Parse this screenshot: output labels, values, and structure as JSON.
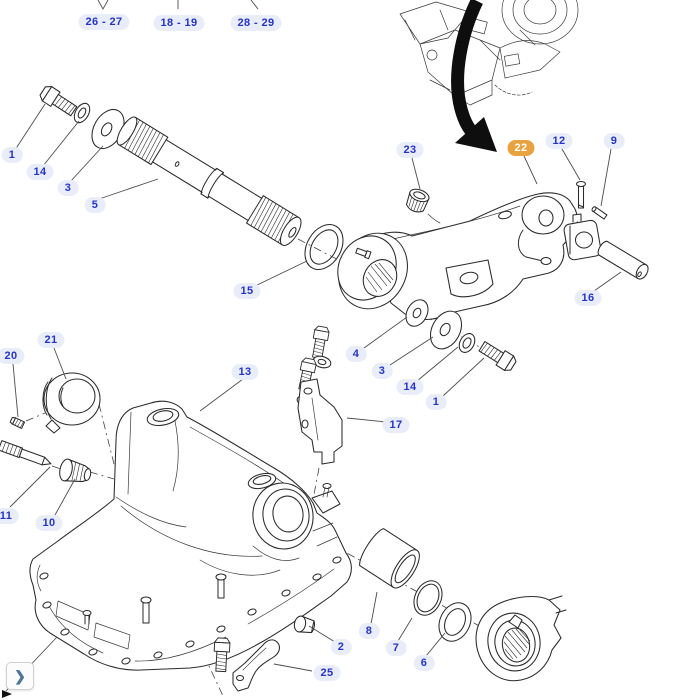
{
  "colors": {
    "callout_text": "#2533cb",
    "callout_bg": "#e9edf9",
    "highlight_bg": "#e8a23e",
    "highlight_text": "#ffffff",
    "line_art": "#2a2a2a"
  },
  "nav": {
    "next_glyph": "❯"
  },
  "top_links": [
    {
      "text": "26 - 27"
    },
    {
      "text": "18 - 19"
    },
    {
      "text": "28 - 29"
    }
  ],
  "part_labels": [
    {
      "text": "1"
    },
    {
      "text": "14"
    },
    {
      "text": "3"
    },
    {
      "text": "5"
    },
    {
      "text": "15"
    },
    {
      "text": "23"
    },
    {
      "text": "22",
      "highlight": true
    },
    {
      "text": "12"
    },
    {
      "text": "9"
    },
    {
      "text": "16"
    },
    {
      "text": "4"
    },
    {
      "text": "3"
    },
    {
      "text": "14"
    },
    {
      "text": "1"
    },
    {
      "text": "17"
    },
    {
      "text": "21"
    },
    {
      "text": "20"
    },
    {
      "text": "13"
    },
    {
      "text": "11"
    },
    {
      "text": "10"
    },
    {
      "text": "2"
    },
    {
      "text": "25"
    },
    {
      "text": "8"
    },
    {
      "text": "7"
    },
    {
      "text": "6"
    }
  ]
}
